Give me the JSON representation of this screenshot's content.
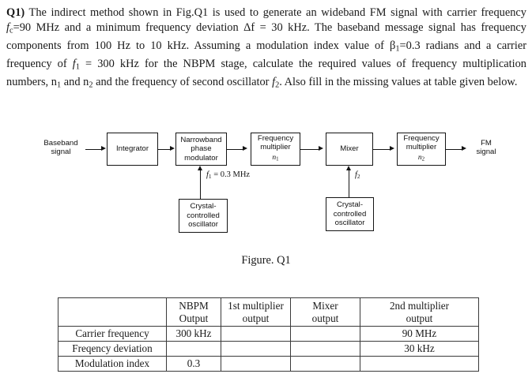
{
  "question": {
    "number": "Q1)",
    "full_text": "Q1) The indirect method shown in Fig.Q1 is used to generate an wideband FM signal with carrier frequency fc=90 MHz and a minimum frequency deviation Δf = 30 kHz. The baseband message signal has frequency components from 100 Hz to 10 kHz. Assuming a modulation index value of β1=0.3 radians and a carrier frequency of f1 = 300 kHz for the NBPM stage, calculate the required values of frequency multiplication numbers, n1 and n2 and the frequency of second oscillator f2. Also fill in the missing values at table given below.",
    "seg1": " The indirect method shown in Fig.Q1 is used to generate an wideband FM signal with carrier frequency ",
    "fc": "f",
    "fc_sub": "c",
    "seg2": "=90 MHz and a minimum frequency deviation Δf = 30 kHz. The baseband message signal has frequency components from 100 Hz to 10 kHz. Assuming a modulation index value of ",
    "beta": "β",
    "beta_sub": "1",
    "seg3": "=0.3 radians and a carrier frequency of ",
    "f1": "f",
    "f1_sub": "1",
    "seg4": " = 300 kHz for the NBPM stage, calculate the required values of frequency multiplication numbers, n",
    "n1_sub": "1",
    "seg5": " and n",
    "n2_sub": "2",
    "seg6": " and the frequency of second oscillator ",
    "f2": "f",
    "f2_sub": "2",
    "seg7": ". Also fill in the missing values at table given below."
  },
  "figure": {
    "caption": "Figure. Q1",
    "input_label": "Baseband\nsignal",
    "output_label": "FM\nsignal",
    "blocks": {
      "integrator": "Integrator",
      "nbpm": "Narrowband\nphase\nmodulator",
      "multiplier1": "Frequency\nmultiplier",
      "multiplier1_n": "n",
      "multiplier1_n_sub": "1",
      "mixer": "Mixer",
      "multiplier2": "Frequency\nmultiplier",
      "multiplier2_n": "n",
      "multiplier2_n_sub": "2",
      "osc1": "Crystal-\ncontrolled\noscillator",
      "osc2": "Crystal-\ncontrolled\noscillator"
    },
    "osc1_freq_sym": "f",
    "osc1_freq_sub": "1",
    "osc1_freq_val": " = 0.3 MHz",
    "osc2_freq_sym": "f",
    "osc2_freq_sub": "2"
  },
  "table": {
    "columns": [
      "",
      "NBPM\nOutput",
      "1st multiplier\noutput",
      "Mixer\noutput",
      "2nd multiplier\noutput"
    ],
    "rows": [
      {
        "label": "Carrier frequency",
        "cells": [
          "300 kHz",
          "",
          "",
          "90 MHz"
        ]
      },
      {
        "label": "Freqency deviation",
        "cells": [
          "",
          "",
          "",
          "30 kHz"
        ]
      },
      {
        "label": "Modulation index",
        "cells": [
          "0.3",
          "",
          "",
          ""
        ]
      }
    ]
  },
  "colors": {
    "text": "#1a1a1a",
    "line": "#141414",
    "background": "#ffffff",
    "table_border": "#3a3a3a"
  }
}
